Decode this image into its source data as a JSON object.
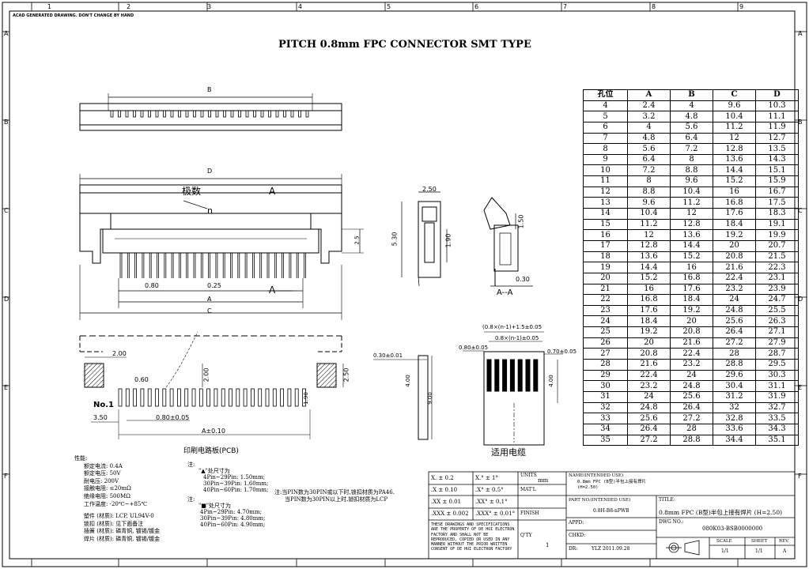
{
  "header_note": "ACAD GENERATED DRAWING. DON'T CHANGE BY HAND",
  "title": "PITCH 0.8mm FPC CONNECTOR SMT TYPE",
  "zone_numbers": [
    "1",
    "2",
    "3",
    "4",
    "5",
    "6",
    "7",
    "8",
    "9"
  ],
  "zone_letters": [
    "A",
    "B",
    "C",
    "D",
    "E",
    "F"
  ],
  "labels": {
    "B": "B",
    "D": "D",
    "A": "A",
    "C": "C",
    "pole_count": "极数",
    "n": "n",
    "section_mark": "A",
    "dim_080": "0.80",
    "dim_025": "0.25",
    "dim_250": "2.50",
    "dim_530": "5.30",
    "dim_190": "1.90",
    "dim_25": "2.5",
    "dim_150": "1.50",
    "dim_030": "0.30",
    "section_aa": "A--A",
    "pcb_200": "2.00",
    "pcb_060": "0.60",
    "pcb_200v": "2.00",
    "pcb_250": "2.50",
    "pcb_350": "3.50",
    "pcb_080pm": "0.80±0.05",
    "pcb_apm": "A±0.10",
    "pcb_no1": "No.1",
    "pcb_190": "1.90",
    "pcb_title": "印刷电路板(PCB)",
    "fpc_030": "0.30±0.01",
    "fpc_400": "4.00",
    "fpc_900": "9.00",
    "fpc_top": "(0.8×(n-1)+1.5±0.05",
    "fpc_mid": "0.8×(n-1)±0.05",
    "fpc_080": "0.80±0.05",
    "fpc_070": "0.70±0.05",
    "fpc_400b": "4.00",
    "fpc_title": "适用电缆"
  },
  "table": {
    "headers": [
      "孔位",
      "A",
      "B",
      "C",
      "D"
    ],
    "rows": [
      [
        "4",
        "2.4",
        "4",
        "9.6",
        "10.3"
      ],
      [
        "5",
        "3.2",
        "4.8",
        "10.4",
        "11.1"
      ],
      [
        "6",
        "4",
        "5.6",
        "11.2",
        "11.9"
      ],
      [
        "7",
        "4.8",
        "6.4",
        "12",
        "12.7"
      ],
      [
        "8",
        "5.6",
        "7.2",
        "12.8",
        "13.5"
      ],
      [
        "9",
        "6.4",
        "8",
        "13.6",
        "14.3"
      ],
      [
        "10",
        "7.2",
        "8.8",
        "14.4",
        "15.1"
      ],
      [
        "11",
        "8",
        "9.6",
        "15.2",
        "15.9"
      ],
      [
        "12",
        "8.8",
        "10.4",
        "16",
        "16.7"
      ],
      [
        "13",
        "9.6",
        "11.2",
        "16.8",
        "17.5"
      ],
      [
        "14",
        "10.4",
        "12",
        "17.6",
        "18.3"
      ],
      [
        "15",
        "11.2",
        "12.8",
        "18.4",
        "19.1"
      ],
      [
        "16",
        "12",
        "13.6",
        "19.2",
        "19.9"
      ],
      [
        "17",
        "12.8",
        "14.4",
        "20",
        "20.7"
      ],
      [
        "18",
        "13.6",
        "15.2",
        "20.8",
        "21.5"
      ],
      [
        "19",
        "14.4",
        "16",
        "21.6",
        "22.3"
      ],
      [
        "20",
        "15.2",
        "16.8",
        "22.4",
        "23.1"
      ],
      [
        "21",
        "16",
        "17.6",
        "23.2",
        "23.9"
      ],
      [
        "22",
        "16.8",
        "18.4",
        "24",
        "24.7"
      ],
      [
        "23",
        "17.6",
        "19.2",
        "24.8",
        "25.5"
      ],
      [
        "24",
        "18.4",
        "20",
        "25.6",
        "26.3"
      ],
      [
        "25",
        "19.2",
        "20.8",
        "26.4",
        "27.1"
      ],
      [
        "26",
        "20",
        "21.6",
        "27.2",
        "27.9"
      ],
      [
        "27",
        "20.8",
        "22.4",
        "28",
        "28.7"
      ],
      [
        "28",
        "21.6",
        "23.2",
        "28.8",
        "29.5"
      ],
      [
        "29",
        "22.4",
        "24",
        "29.6",
        "30.3"
      ],
      [
        "30",
        "23.2",
        "24.8",
        "30.4",
        "31.1"
      ],
      [
        "31",
        "24",
        "25.6",
        "31.2",
        "31.9"
      ],
      [
        "32",
        "24.8",
        "26.4",
        "32",
        "32.7"
      ],
      [
        "33",
        "25.6",
        "27.2",
        "32.8",
        "33.5"
      ],
      [
        "34",
        "26.4",
        "28",
        "33.6",
        "34.3"
      ],
      [
        "35",
        "27.2",
        "28.8",
        "34.4",
        "35.1"
      ]
    ]
  },
  "specs": {
    "heading": "性能:",
    "lines": [
      "额定电流: 0.4A",
      "额定电压: 50V",
      "耐电压: 200V",
      "接触电阻: ≤20mΩ",
      "绝缘电阻: 500MΩ",
      "工作温度: -20℃~+85℃"
    ],
    "materials": [
      "塑件 (材质): LCP, UL94V-0",
      "锁扣 (材质): 见下面备注",
      "插簧 (材质): 磷青铜, 镀锡/镀金",
      "焊片 (材质): 磷青铜, 镀锡/镀金"
    ]
  },
  "notes": {
    "note_label": "注:",
    "tri_head": "\"▲\"处尺寸为",
    "tri_lines": [
      "4Pin~29Pin: 1.50mm;",
      "30Pin~39Pin: 1.60mm;",
      "40Pin~60Pin: 1.70mm;"
    ],
    "note2_label": "注:",
    "sq_head": "\"■\"处尺寸为",
    "sq_lines": [
      "4Pin~29Pin: 4.70mm;",
      "30Pin~39Pin: 4.80mm;",
      "40Pin~60Pin: 4.90mm;"
    ],
    "pin_note1": "注:当PIN数为30PIN或以下时,锁扣材质为PA46.",
    "pin_note2": "当PIN数为30PIN以上时,锁扣材质为LCP"
  },
  "titleblock": {
    "tol1": "X. ± 0.2",
    "tol2": ".X ± 0.10",
    "tol3": ".XX ± 0.01",
    "tol4": ".XXX ± 0.002",
    "ang1": "X.° ± 1°",
    "ang2": ".X° ± 0.5°",
    "ang3": ".XX° ± 0.1°",
    "ang4": ".XXX° ± 0.01°",
    "units_label": "UNITS",
    "units_val": "mm",
    "matl": "MAT'L",
    "finish": "FINISH",
    "qty_label": "Q'TY",
    "qty_val": "1",
    "disclaimer": "THESE DRAWINGS AND SPECIFICATIONS ARE THE PROPERTY OF DE HUI ELECTRON FACTORY AND SHALL NOT BE REPRODUCED, COPIED OR USED IN ANY MANNER WITHOUT THE PRIOR WRITTEN CONSENT OF DE HUI ELECTRON FACTORY",
    "name_label": "NAME(INTENDED USE)",
    "name_val": "0.8mm FPC (B型)半包上接有焊片 (H=2.50)",
    "partno_label": "PART NO.(INTENDED USE)",
    "partno_val": "0.8H-B8-nPWB",
    "title_label": "TITLE:",
    "title_val": "0.8mm FPC (B型)半包上接有焊片 (H=2.50)",
    "appd": "APPD:",
    "chkd": "CHKD:",
    "dr_label": "DR:",
    "dr_val": "YLZ 2011.09.28",
    "dwg_label": "DWG NO.:",
    "dwg_val": "080K03-BSB0000000",
    "scale_label": "SCALE",
    "scale_val": "1/1",
    "sheet_label": "SHEET",
    "sheet_val": "1/1",
    "rev_label": "REV.",
    "rev_val": "A"
  }
}
